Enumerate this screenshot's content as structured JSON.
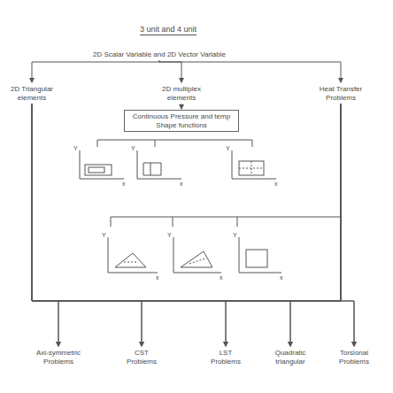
{
  "diagram": {
    "title": "3 unit and 4 unit",
    "nodes": [
      {
        "text": [
          "2D Scalar Variable and 2D Vector Variable"
        ]
      },
      {
        "text": [
          "2D Triangular elements"
        ]
      },
      {
        "text": [
          "2D multiplex elements"
        ]
      },
      {
        "text": [
          "Heat Transfer Problems"
        ]
      },
      {
        "text": [
          "Continuous Pressure and temp",
          "Shape functions"
        ]
      },
      {
        "text": [
          "Axi-symmetric Problems"
        ]
      },
      {
        "text": [
          "CST Problems"
        ]
      },
      {
        "text": [
          "LST Problems"
        ]
      },
      {
        "text": [
          "Quadratic triangular"
        ]
      },
      {
        "text": [
          "Torsional Problems"
        ]
      }
    ],
    "edges": [
      {
        "from": 0,
        "to": 1,
        "arrow": "to"
      },
      {
        "from": 0,
        "to": 2,
        "arrow": "to"
      },
      {
        "from": 0,
        "to": 3,
        "arrow": "to"
      },
      {
        "from": 2,
        "to": 4,
        "arrow": "to"
      },
      {
        "from": 1,
        "to": 5,
        "arrow": "to"
      },
      {
        "from": 1,
        "to": 6,
        "arrow": "to"
      },
      {
        "from": 1,
        "to": 7,
        "arrow": "to"
      },
      {
        "from": 1,
        "to": 8,
        "arrow": "to"
      },
      {
        "from": 1,
        "to": 9,
        "arrow": "to"
      },
      {
        "from": 3,
        "to": 5,
        "arrow": "to"
      },
      {
        "from": 3,
        "to": 6,
        "arrow": "to"
      },
      {
        "from": 3,
        "to": 7,
        "arrow": "to"
      },
      {
        "from": 3,
        "to": 8,
        "arrow": "to"
      },
      {
        "from": 3,
        "to": 9,
        "arrow": "to"
      }
    ],
    "labels": [
      "Y",
      "x",
      "Y",
      "x",
      "Y",
      "x",
      "Y",
      "x",
      "Y",
      "x",
      "Y",
      "x"
    ]
  }
}
